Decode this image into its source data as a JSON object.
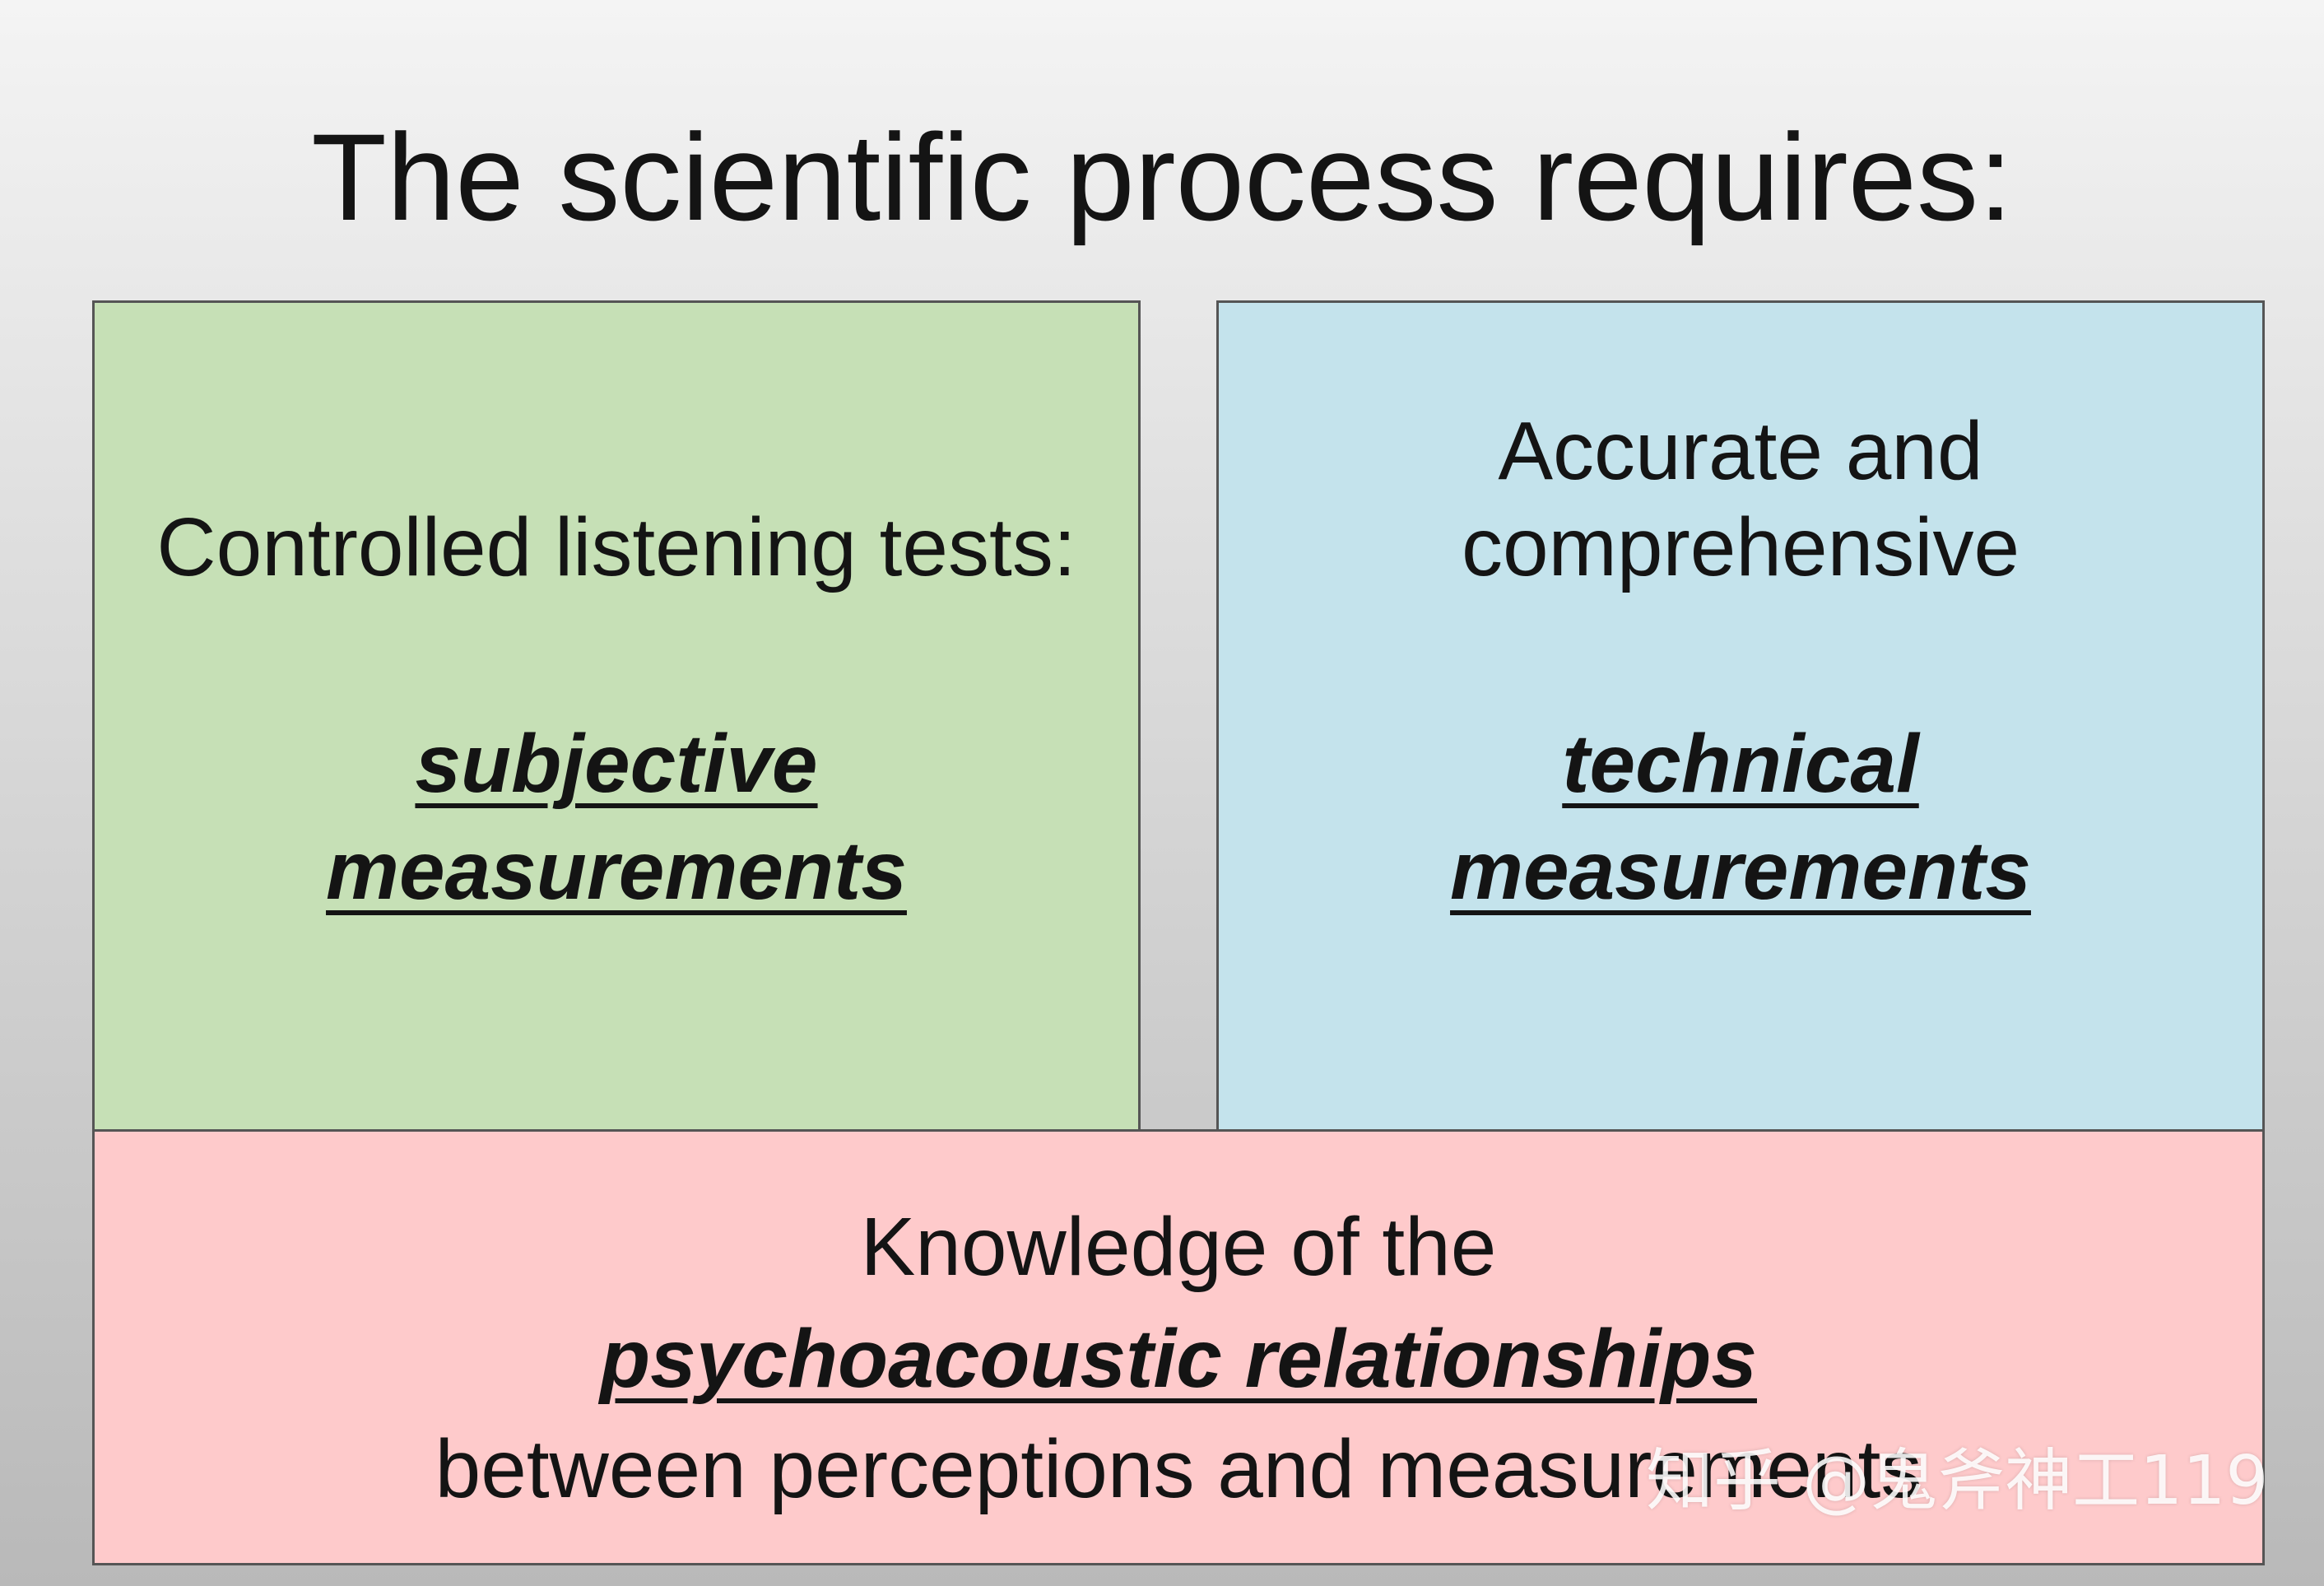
{
  "title": "The scientific process requires:",
  "boxes": {
    "left": {
      "line1": "Controlled listening tests:",
      "emphasis1": "subjective",
      "emphasis2": "measurements",
      "color": "#c6e0b6"
    },
    "right": {
      "line1": "Accurate and",
      "line2": "comprehensive",
      "emphasis1": "technical",
      "emphasis2": "measurements",
      "color": "#c4e3ec"
    },
    "bottom": {
      "line1": "Knowledge of the",
      "emphasis1": "psychoacoustic relationships",
      "line3": "between perceptions and measurements",
      "color": "#fecacb"
    }
  },
  "watermark": "知乎 @鬼斧神工119"
}
